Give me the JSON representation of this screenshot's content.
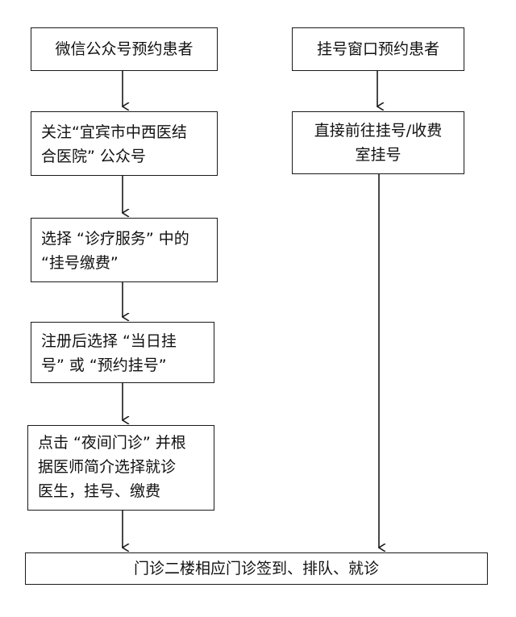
{
  "left_column": {
    "step1": "微信公众号预约患者",
    "step2": "关注“宜宾市中西医结\n合医院” 公众号",
    "step3": "选择 “诊疗服务” 中的\n“挂号缴费”",
    "step4": "注册后选择 “当日挂\n号” 或 “预约挂号”",
    "step5": "点击 “夜间门诊” 并根\n据医师简介选择就诊\n医生，挂号、缴费"
  },
  "right_column": {
    "step1": "挂号窗口预约患者",
    "step2": "直接前往挂号/收费\n室挂号"
  },
  "final_step": "门诊二楼相应门诊签到、排队、就诊"
}
